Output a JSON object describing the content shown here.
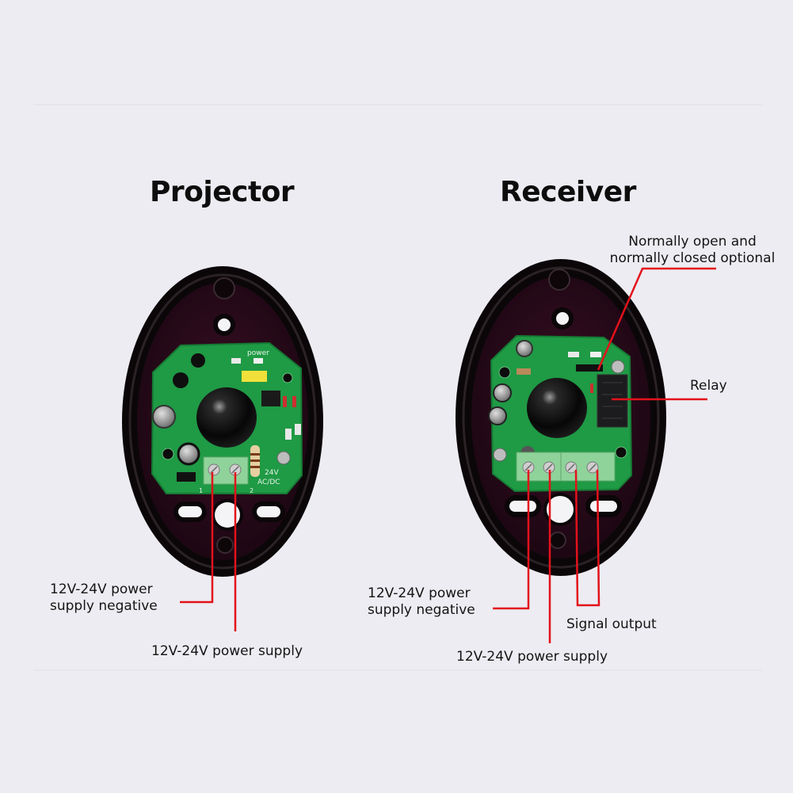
{
  "projector": {
    "title": "Projector",
    "pcb_silkscreen": {
      "power": "power",
      "voltage": "24V",
      "acdc": "AC/DC",
      "pin1": "1",
      "pin2": "2"
    },
    "labels": {
      "negative_line1": "12V-24V power",
      "negative_line2": "supply negative",
      "supply": "12V-24V power supply"
    }
  },
  "receiver": {
    "title": "Receiver",
    "labels": {
      "no_nc_line1": "Normally open and",
      "no_nc_line2": "normally closed optional",
      "relay": "Relay",
      "negative_line1": "12V-24V power",
      "negative_line2": "supply negative",
      "signal": "Signal output",
      "supply": "12V-24V power supply"
    }
  },
  "colors": {
    "background": "#edecf2",
    "leader_line": "#e3121b",
    "pcb_green": "#1f9a45",
    "housing": "#120a0e",
    "terminal": "#8fd39a"
  }
}
